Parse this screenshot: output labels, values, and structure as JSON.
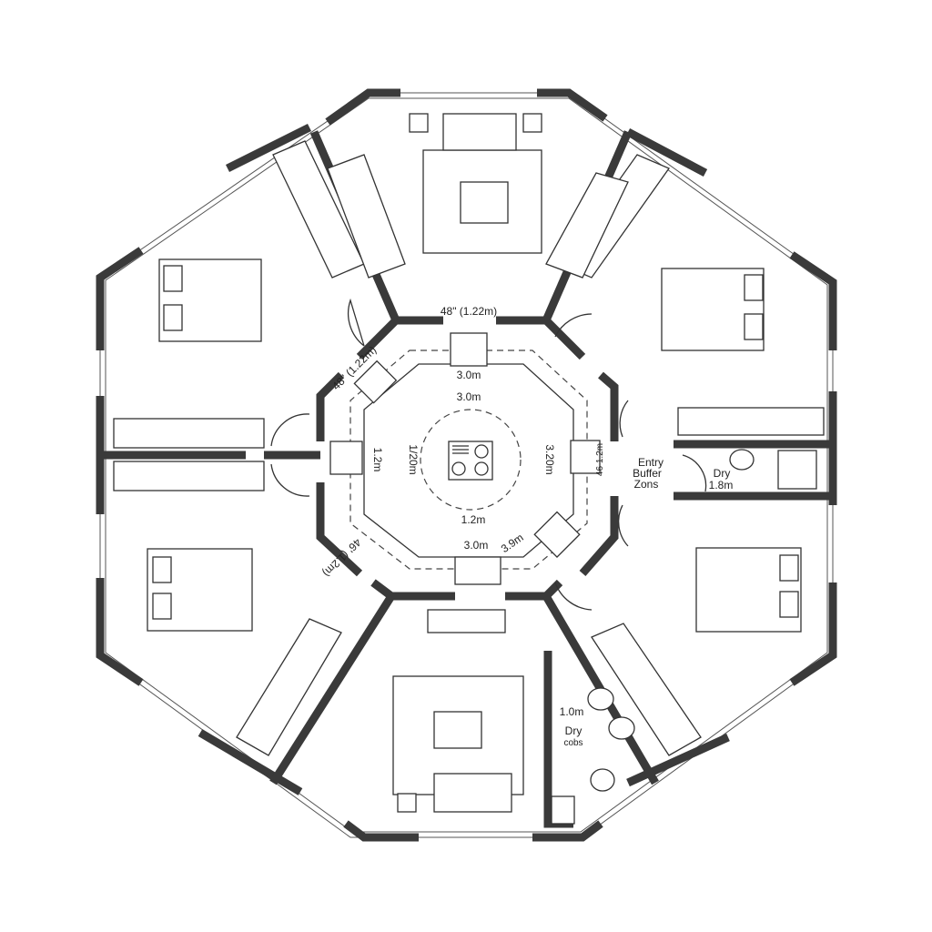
{
  "plan": {
    "labels": {
      "top_opening": "48\" (1.22m)",
      "upper_left_opening": "48\" (1.22m)",
      "lower_left_opening": "46' (1.2m)",
      "inner_top_1": "3.0m",
      "inner_top_2": "3.0m",
      "inner_left_1": "1/20m",
      "inner_left_2": "1.2m",
      "inner_right_1": "3.20m",
      "inner_right_2": "46 1.2m",
      "inner_bottom_1": "1.2m",
      "inner_bottom_2": "3.0m",
      "inner_bottom_diag": "3.9m",
      "entry": [
        "Entry",
        "Buffer",
        "Zons"
      ],
      "dry_right": "Dry",
      "dry_right_dim": "1.8m",
      "bath_dim": "1.0m",
      "dry_bottom": "Dry",
      "dry_bottom_sub": "cobs"
    }
  }
}
